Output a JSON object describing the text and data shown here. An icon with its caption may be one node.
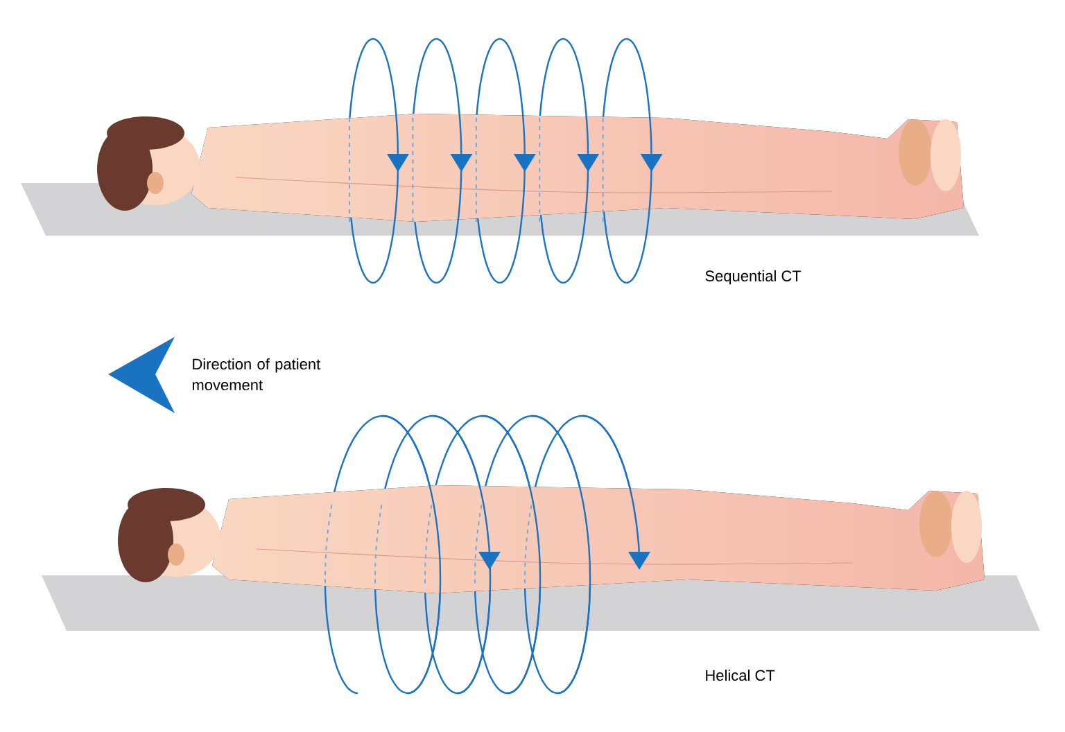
{
  "diagram": {
    "labels": [
      "Sequential CT",
      "Direction of patient movement",
      "Helical CT"
    ]
  }
}
